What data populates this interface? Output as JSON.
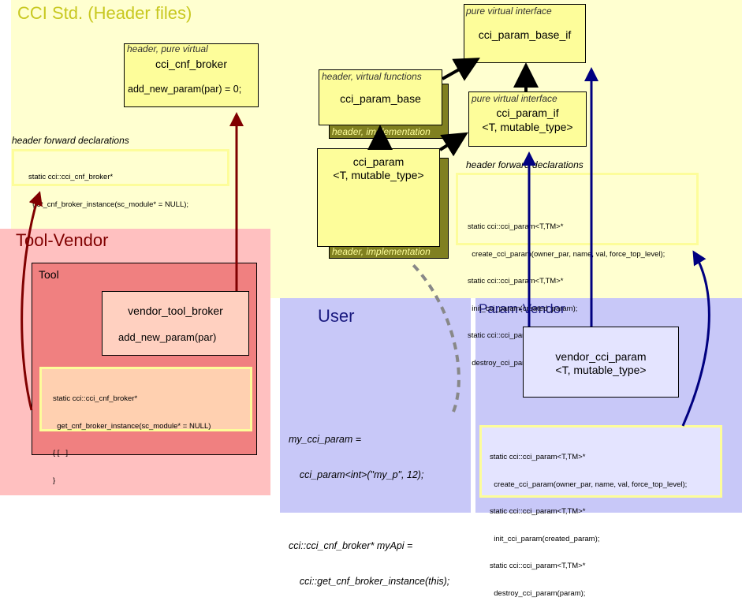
{
  "regions": {
    "cci_std": "CCI Std. (Header files)",
    "tool_vendor": "Tool-Vendor",
    "tool": "Tool",
    "user": "User",
    "param_vendor": "Param-Vendor"
  },
  "boxes": {
    "cnf_broker": {
      "caption": "header, pure virtual",
      "line1": "cci_cnf_broker",
      "line2": "add_new_param(par) = 0;"
    },
    "param_base_if": {
      "caption": "pure virtual interface",
      "line1": "cci_param_base_if"
    },
    "param_base": {
      "caption": "header, virtual functions",
      "line1": "cci_param_base",
      "impl": "header, implementation"
    },
    "param_if": {
      "caption": "pure virtual interface",
      "line1": "cci_param_if",
      "line2": "<T,  mutable_type>"
    },
    "param": {
      "line1": "cci_param",
      "line2": "<T,  mutable_type>",
      "impl": "header, implementation"
    },
    "vendor_tool_broker": {
      "line1": "vendor_tool_broker",
      "line2": "add_new_param(par)"
    },
    "vendor_cci_param": {
      "line1": "vendor_cci_param",
      "line2": "<T,  mutable_type>"
    }
  },
  "forward_decls": {
    "left_caption": "header forward declarations",
    "left_code": [
      "static cci::cci_cnf_broker*",
      "  get_cnf_broker_instance(sc_module* = NULL);"
    ],
    "right_caption": "header forward declarations",
    "right_code": [
      "static cci::cci_param<T,TM>*",
      "  create_cci_param(owner_par, name, val, force_top_level);",
      "static cci::cci_param<T,TM>*",
      "  init_cci_param(created_param);",
      "static cci::cci_param<T,TM>*",
      "  destroy_cci_param(param);"
    ]
  },
  "tool_impl_code": [
    "static cci::cci_cnf_broker*",
    "  get_cnf_broker_instance(sc_module* = NULL)",
    "{ [...]",
    "}"
  ],
  "param_vendor_impl_code": [
    "static cci::cci_param<T,TM>*",
    "  create_cci_param(owner_par, name, val, force_top_level);",
    "static cci::cci_param<T,TM>*",
    "  init_cci_param(created_param);",
    "static cci::cci_param<T,TM>*",
    "  destroy_cci_param(param);"
  ],
  "user_code": [
    "my_cci_param =",
    "    cci_param<int>(\"my_p\", 12);",
    "",
    "cci::cci_cnf_broker* myApi =",
    "    cci::get_cnf_broker_instance(this);"
  ],
  "colors": {
    "yellow_region": "#ffffd0",
    "yellow_box": "#fdfd9a",
    "olive": "#808020",
    "pink_region": "#ffc0c0",
    "tool_red": "#f08080",
    "blue_region": "#c8c8f8",
    "dark_red_arrow": "#800000",
    "navy_arrow": "#000080",
    "gray_dashed": "#888888"
  }
}
